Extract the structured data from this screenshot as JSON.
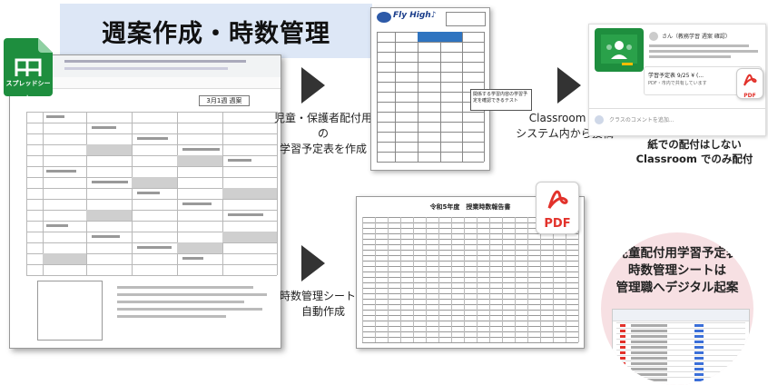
{
  "title": "週案作成・時数管理",
  "spreadsheet_icon_label": "スプレッドシート",
  "sheet_doc": {
    "heading_right": "3月1週 週案"
  },
  "step1_caption": [
    "児童・保護者配付用の",
    "学習予定表を作成"
  ],
  "sched_doc": {
    "logo_text": "Fly High♪",
    "callout": "関係する学習内容の学習予定を確認できるテスト"
  },
  "step2_caption": [
    "Classroom に",
    "システム内から投稿"
  ],
  "classroom": {
    "sender": "さん（教務学習 週案 確認）",
    "attachment": "学習予定表 9/25 ¥ (...",
    "attachment_sub": "PDF・市内で共有しています",
    "comment_placeholder": "クラスのコメントを追加...",
    "pdf_label": "PDF"
  },
  "note_classroom": [
    "紙での配付はしない",
    "Classroom でのみ配付"
  ],
  "step3_caption": [
    "時数管理シートを",
    "自動作成"
  ],
  "tm_doc": {
    "title": "令和5年度　授業時数報告書"
  },
  "pdf_badge_label": "PDF",
  "note_circle": [
    "児童配付用学習予定表",
    "時数管理シートは",
    "管理職へデジタル起案"
  ],
  "colors": {
    "banner_bg": "#dde7f6",
    "sheets_green": "#1e8e3e",
    "arrow": "#333333",
    "pdf_red": "#e2322b",
    "classroom_green": "#1e8e3e",
    "circle_pink": "#f7e0e3"
  }
}
